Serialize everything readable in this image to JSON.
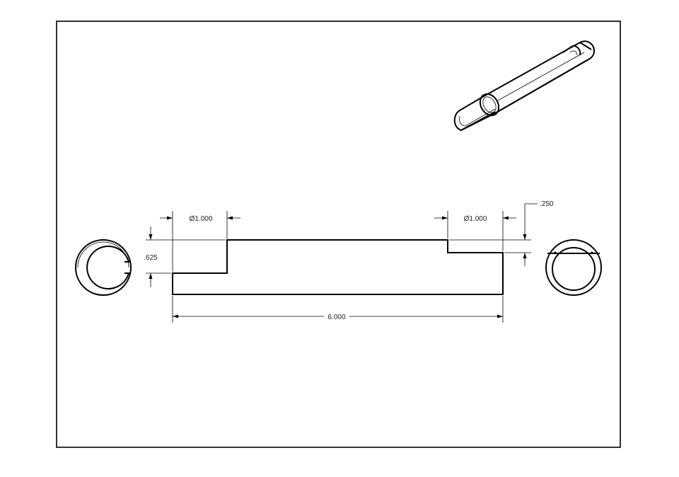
{
  "drawing": {
    "dimensions": {
      "left_diameter": "Ø1.000",
      "right_diameter": "Ø1.000",
      "step_depth_left": ".625",
      "step_depth_right": ".250",
      "overall_length": "6.000"
    }
  },
  "colors": {
    "line": "#000000",
    "background": "#ffffff",
    "text": "#222222"
  }
}
